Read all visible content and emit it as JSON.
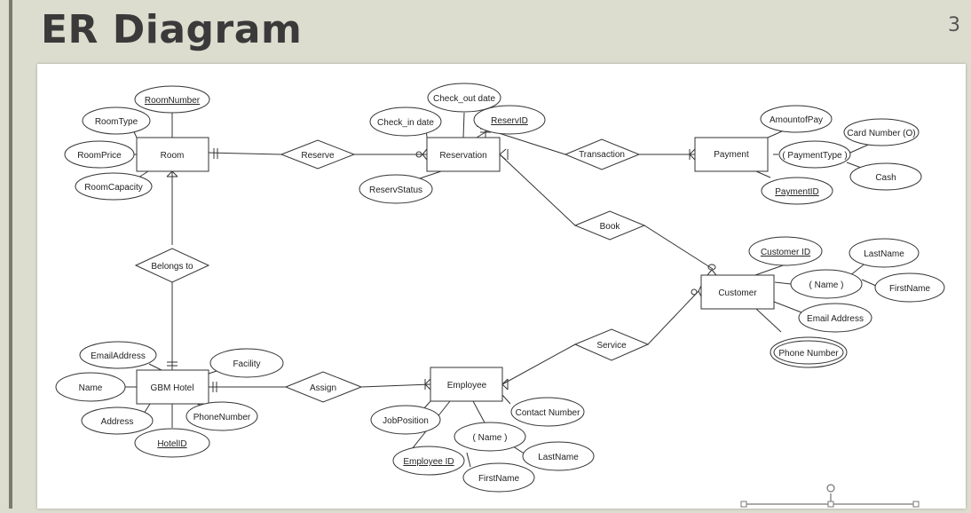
{
  "slide": {
    "title": "ER Diagram",
    "number": "3"
  },
  "entities": {
    "room": "Room",
    "reservation": "Reservation",
    "payment": "Payment",
    "customer": "Customer",
    "hotel": "GBM Hotel",
    "employee": "Employee"
  },
  "relationships": {
    "reserve": "Reserve",
    "transaction": "Transaction",
    "book": "Book",
    "belongs_to": "Belongs to",
    "assign": "Assign",
    "service": "Service"
  },
  "attributes": {
    "room_number": "RoomNumber",
    "room_type": "RoomType",
    "room_price": "RoomPrice",
    "room_capacity": "RoomCapacity",
    "check_out": "Check_out date",
    "check_in": "Check_in date",
    "reserv_id": "ReservID",
    "reserv_status": "ReservStatus",
    "amount_of_pay": "AmountofPay",
    "card_number": "Card Number (O)",
    "payment_type": "( PaymentType )",
    "cash": "Cash",
    "payment_id": "PaymentID",
    "customer_id": "Customer ID",
    "cust_lastname": "LastName",
    "cust_name": "( Name )",
    "cust_firstname": "FirstName",
    "email_address": "Email Address",
    "phone_number": "Phone Number",
    "hotel_email": "EmailAddress",
    "facility": "Facility",
    "hotel_name": "Name",
    "address": "Address",
    "hotel_phone": "PhoneNumber",
    "hotel_id": "HotelID",
    "job_position": "JobPosition",
    "contact_number": "Contact Number",
    "emp_name": "( Name )",
    "emp_lastname": "LastName",
    "employee_id": "Employee ID",
    "emp_firstname": "FirstName"
  }
}
